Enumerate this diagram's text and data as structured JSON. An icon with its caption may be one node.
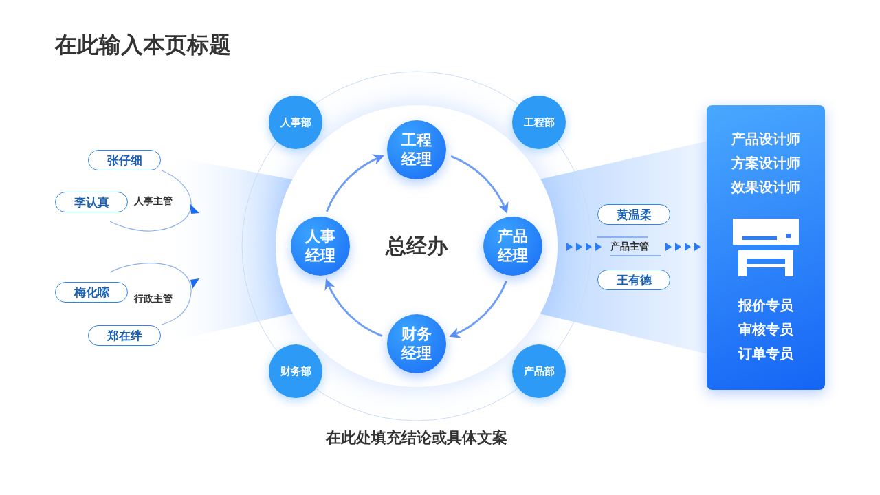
{
  "diagram": {
    "title": "在此输入本页标题",
    "caption": "在此处填充结论或具体文案",
    "nodes": [
      {
        "text": [
          "总经办"
        ]
      },
      {
        "text": [
          "工程经理"
        ],
        "in": 0
      },
      {
        "text": [
          "产品经理"
        ],
        "in": 0
      },
      {
        "text": [
          "财务经理"
        ],
        "in": 0
      },
      {
        "text": [
          "人事经理"
        ],
        "in": 0
      },
      {
        "text": [
          "人事部"
        ]
      },
      {
        "text": [
          "工程部"
        ]
      },
      {
        "text": [
          "财务部"
        ]
      },
      {
        "text": [
          "产品部"
        ]
      },
      {
        "text": [
          "张仔细"
        ]
      },
      {
        "text": [
          "李认真"
        ]
      },
      {
        "text": [
          "梅化嗦"
        ]
      },
      {
        "text": [
          "郑在绊"
        ]
      },
      {
        "text": [
          "黄温柔"
        ]
      },
      {
        "text": [
          "王有德"
        ]
      },
      {
        "text": [
          "产品设计师",
          "方案设计师",
          "效果设计师",
          "报价专员",
          "审核专员",
          "订单专员"
        ]
      }
    ],
    "edges": [
      {
        "from": 1,
        "to": 2,
        "arrow": "to"
      },
      {
        "from": 2,
        "to": 3,
        "arrow": "to"
      },
      {
        "from": 3,
        "to": 4,
        "arrow": "to"
      },
      {
        "from": 4,
        "to": 1,
        "arrow": "to"
      }
    ],
    "labels": [
      "人事主管",
      "产品主管",
      "行政主管"
    ]
  }
}
